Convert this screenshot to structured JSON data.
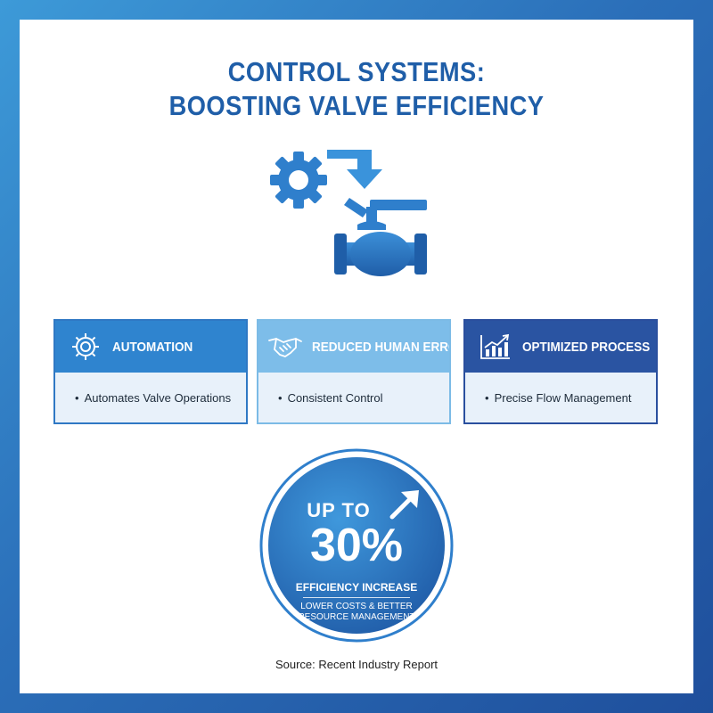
{
  "title": {
    "line1": "CONTROL SYSTEMS:",
    "line2": "BOOSTING VALVE EFFICIENCY"
  },
  "colors": {
    "primary": "#1f5ea8",
    "automation": "#2f84cf",
    "human_error": "#7dbde9",
    "optimized": "#2a54a2",
    "card_body": "#e8f1fa"
  },
  "hero": {
    "icon": "gear-valve-control-icon"
  },
  "cards": [
    {
      "icon": "gear-icon",
      "label": "AUTOMATION",
      "bullet": "Automates Valve Operations"
    },
    {
      "icon": "handshake-icon",
      "label": "REDUCED HUMAN ERROR",
      "bullet": "Consistent Control"
    },
    {
      "icon": "bar-chart-growth-icon",
      "label": "OPTIMIZED PROCESS",
      "bullet": "Precise Flow Management"
    }
  ],
  "stat": {
    "prefix": "UP TO",
    "value": "30%",
    "label": "EFFICIENCY INCREASE",
    "sub_line1": "LOWER COSTS & BETTER",
    "sub_line2": "RESOURCE MANAGEMENT",
    "icon": "arrow-up-right-icon"
  },
  "source": "Source: Recent Industry Report"
}
